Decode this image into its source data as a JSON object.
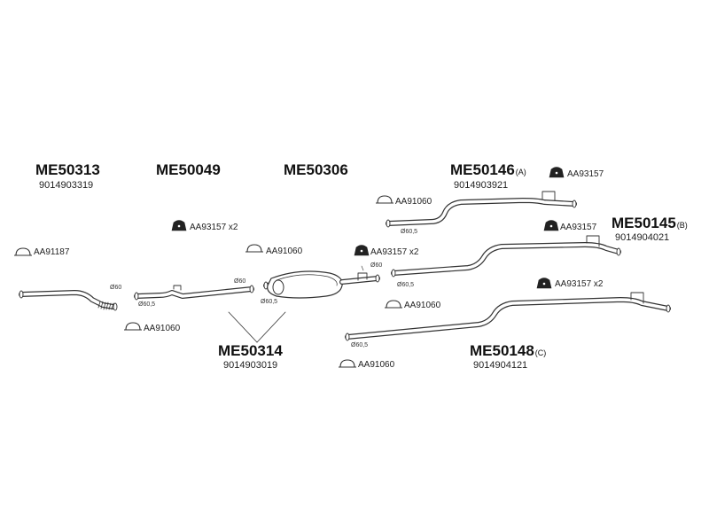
{
  "parts": {
    "me50313": {
      "number": "ME50313",
      "oe": "9014903319"
    },
    "me50049": {
      "number": "ME50049"
    },
    "me50306": {
      "number": "ME50306"
    },
    "me50146": {
      "number": "ME50146",
      "variant": "(A)",
      "oe": "9014903921"
    },
    "me50145": {
      "number": "ME50145",
      "variant": "(B)",
      "oe": "9014904021"
    },
    "me50314": {
      "number": "ME50314",
      "oe": "9014903019"
    },
    "me50148": {
      "number": "ME50148",
      "variant": "(C)",
      "oe": "9014904121"
    }
  },
  "accessories": {
    "clamp_aa91187": "AA91187",
    "rubber_aa93157_x2_a": "AA93157 x2",
    "clamp_aa91060_a": "AA91060",
    "clamp_aa91060_b": "AA91060",
    "rubber_aa93157_x2_b": "AA93157 x2",
    "clamp_aa91060_c": "AA91060",
    "clamp_aa91060_d": "AA91060",
    "rubber_aa93157_a": "AA93157",
    "rubber_aa93157_b": "AA93157",
    "clamp_aa91060_e": "AA91060",
    "rubber_aa93157_x2_c": "AA93157 x2"
  },
  "dimensions": {
    "d1": "Ø60",
    "d2": "Ø60,5",
    "d3": "Ø60",
    "d4": "Ø60,5",
    "d5": "Ø60",
    "d6": "Ø60,5",
    "d7": "Ø60,5",
    "d8": "Ø60,5"
  },
  "colors": {
    "line": "#333333",
    "fill": "#ffffff",
    "rubber": "#222222"
  },
  "icons": {
    "clamp": "clamp-icon",
    "rubber": "rubber-mount-icon"
  }
}
